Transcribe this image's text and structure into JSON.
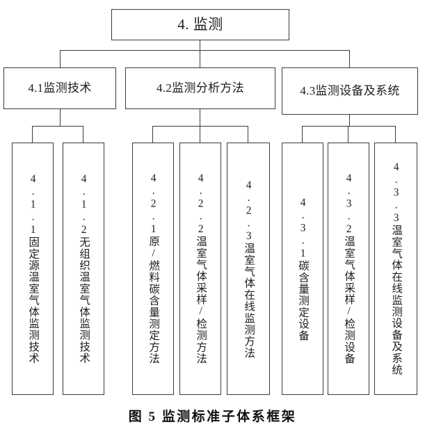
{
  "figure": {
    "caption": "图 5 监测标准子体系框架"
  },
  "chart_data": {
    "type": "diagram",
    "subtype": "organizational-tree",
    "title": "图 5 监测标准子体系框架",
    "orientation": "top-down",
    "levels": 3,
    "root": {
      "id": "4",
      "label": "4. 监测"
    },
    "level2": [
      {
        "id": "4.1",
        "label": "4.1监测技术"
      },
      {
        "id": "4.2",
        "label": "4.2监测分析方法"
      },
      {
        "id": "4.3",
        "label": "4.3监测设备及系统"
      }
    ],
    "level3": [
      {
        "id": "4.1.1",
        "parent": "4.1",
        "label": "4.1.1固定源温室气体监测技术"
      },
      {
        "id": "4.1.2",
        "parent": "4.1",
        "label": "4.1.2无组织温室气体监测技术"
      },
      {
        "id": "4.2.1",
        "parent": "4.2",
        "label": "4.2.1原/燃料碳含量测定方法"
      },
      {
        "id": "4.2.2",
        "parent": "4.2",
        "label": "4.2.2温室气体采样/检测方法"
      },
      {
        "id": "4.2.3",
        "parent": "4.2",
        "label": "4.2.3温室气体在线监测方法"
      },
      {
        "id": "4.3.1",
        "parent": "4.3",
        "label": "4.3.1碳含量测定设备"
      },
      {
        "id": "4.3.2",
        "parent": "4.3",
        "label": "4.3.2温室气体采样/检测设备"
      },
      {
        "id": "4.3.3",
        "parent": "4.3",
        "label": "4.3.3温室气体在线监测设备及系统"
      }
    ],
    "colors": {
      "box_border": "#3a3a3a",
      "box_fill": "#ffffff",
      "connector": "#3a3a3a",
      "text": "#1c1c1c",
      "background": "#ffffff"
    }
  }
}
